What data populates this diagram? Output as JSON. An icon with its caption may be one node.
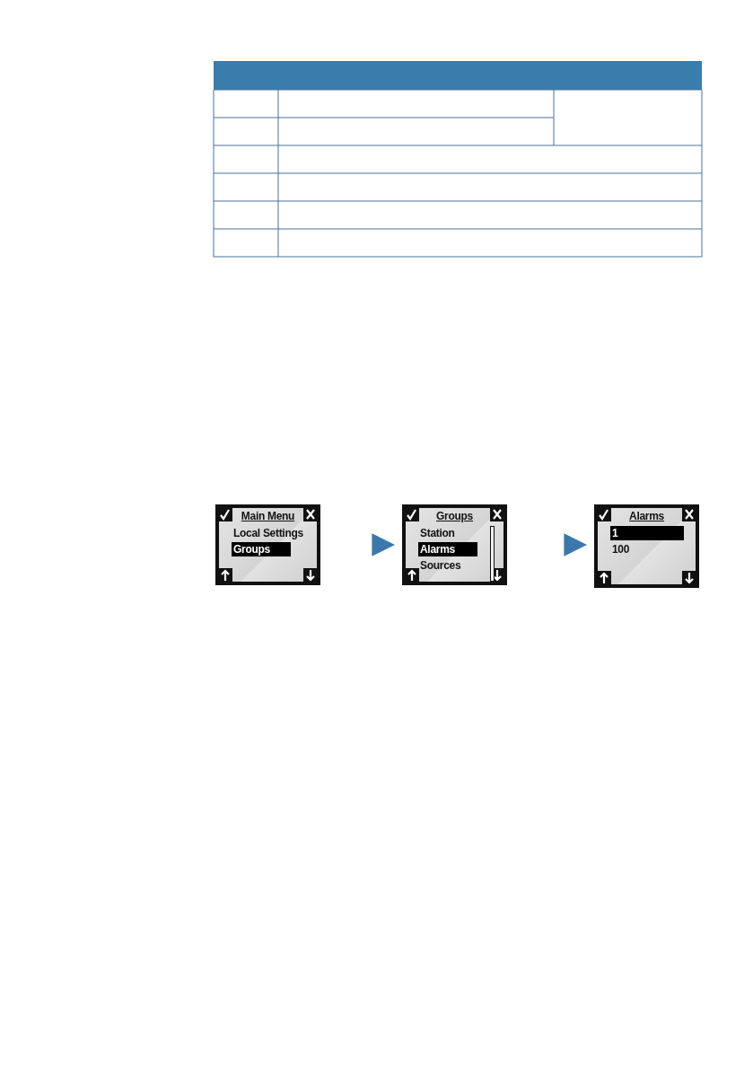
{
  "diagram": {
    "nodes": [
      {
        "text": [
          "Main Menu",
          "Local Settings",
          "Groups"
        ]
      },
      {
        "text": [
          "Groups",
          "Station",
          "Alarms",
          "Sources"
        ]
      },
      {
        "text": [
          "Alarms",
          "1",
          "100"
        ]
      }
    ],
    "edges": [
      {
        "from": 0,
        "to": 1,
        "arrow": "to"
      },
      {
        "from": 1,
        "to": 2,
        "arrow": "to"
      }
    ]
  }
}
